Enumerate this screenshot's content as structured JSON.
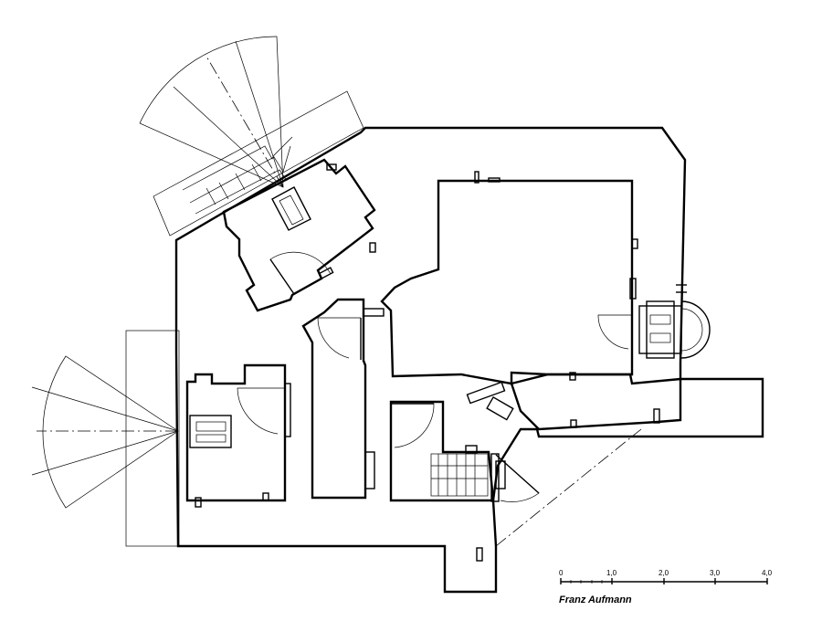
{
  "scale_bar": {
    "ticks": [
      "0",
      "1,0",
      "2,0",
      "3,0",
      "4,0"
    ]
  },
  "author": "Franz Aufmann"
}
